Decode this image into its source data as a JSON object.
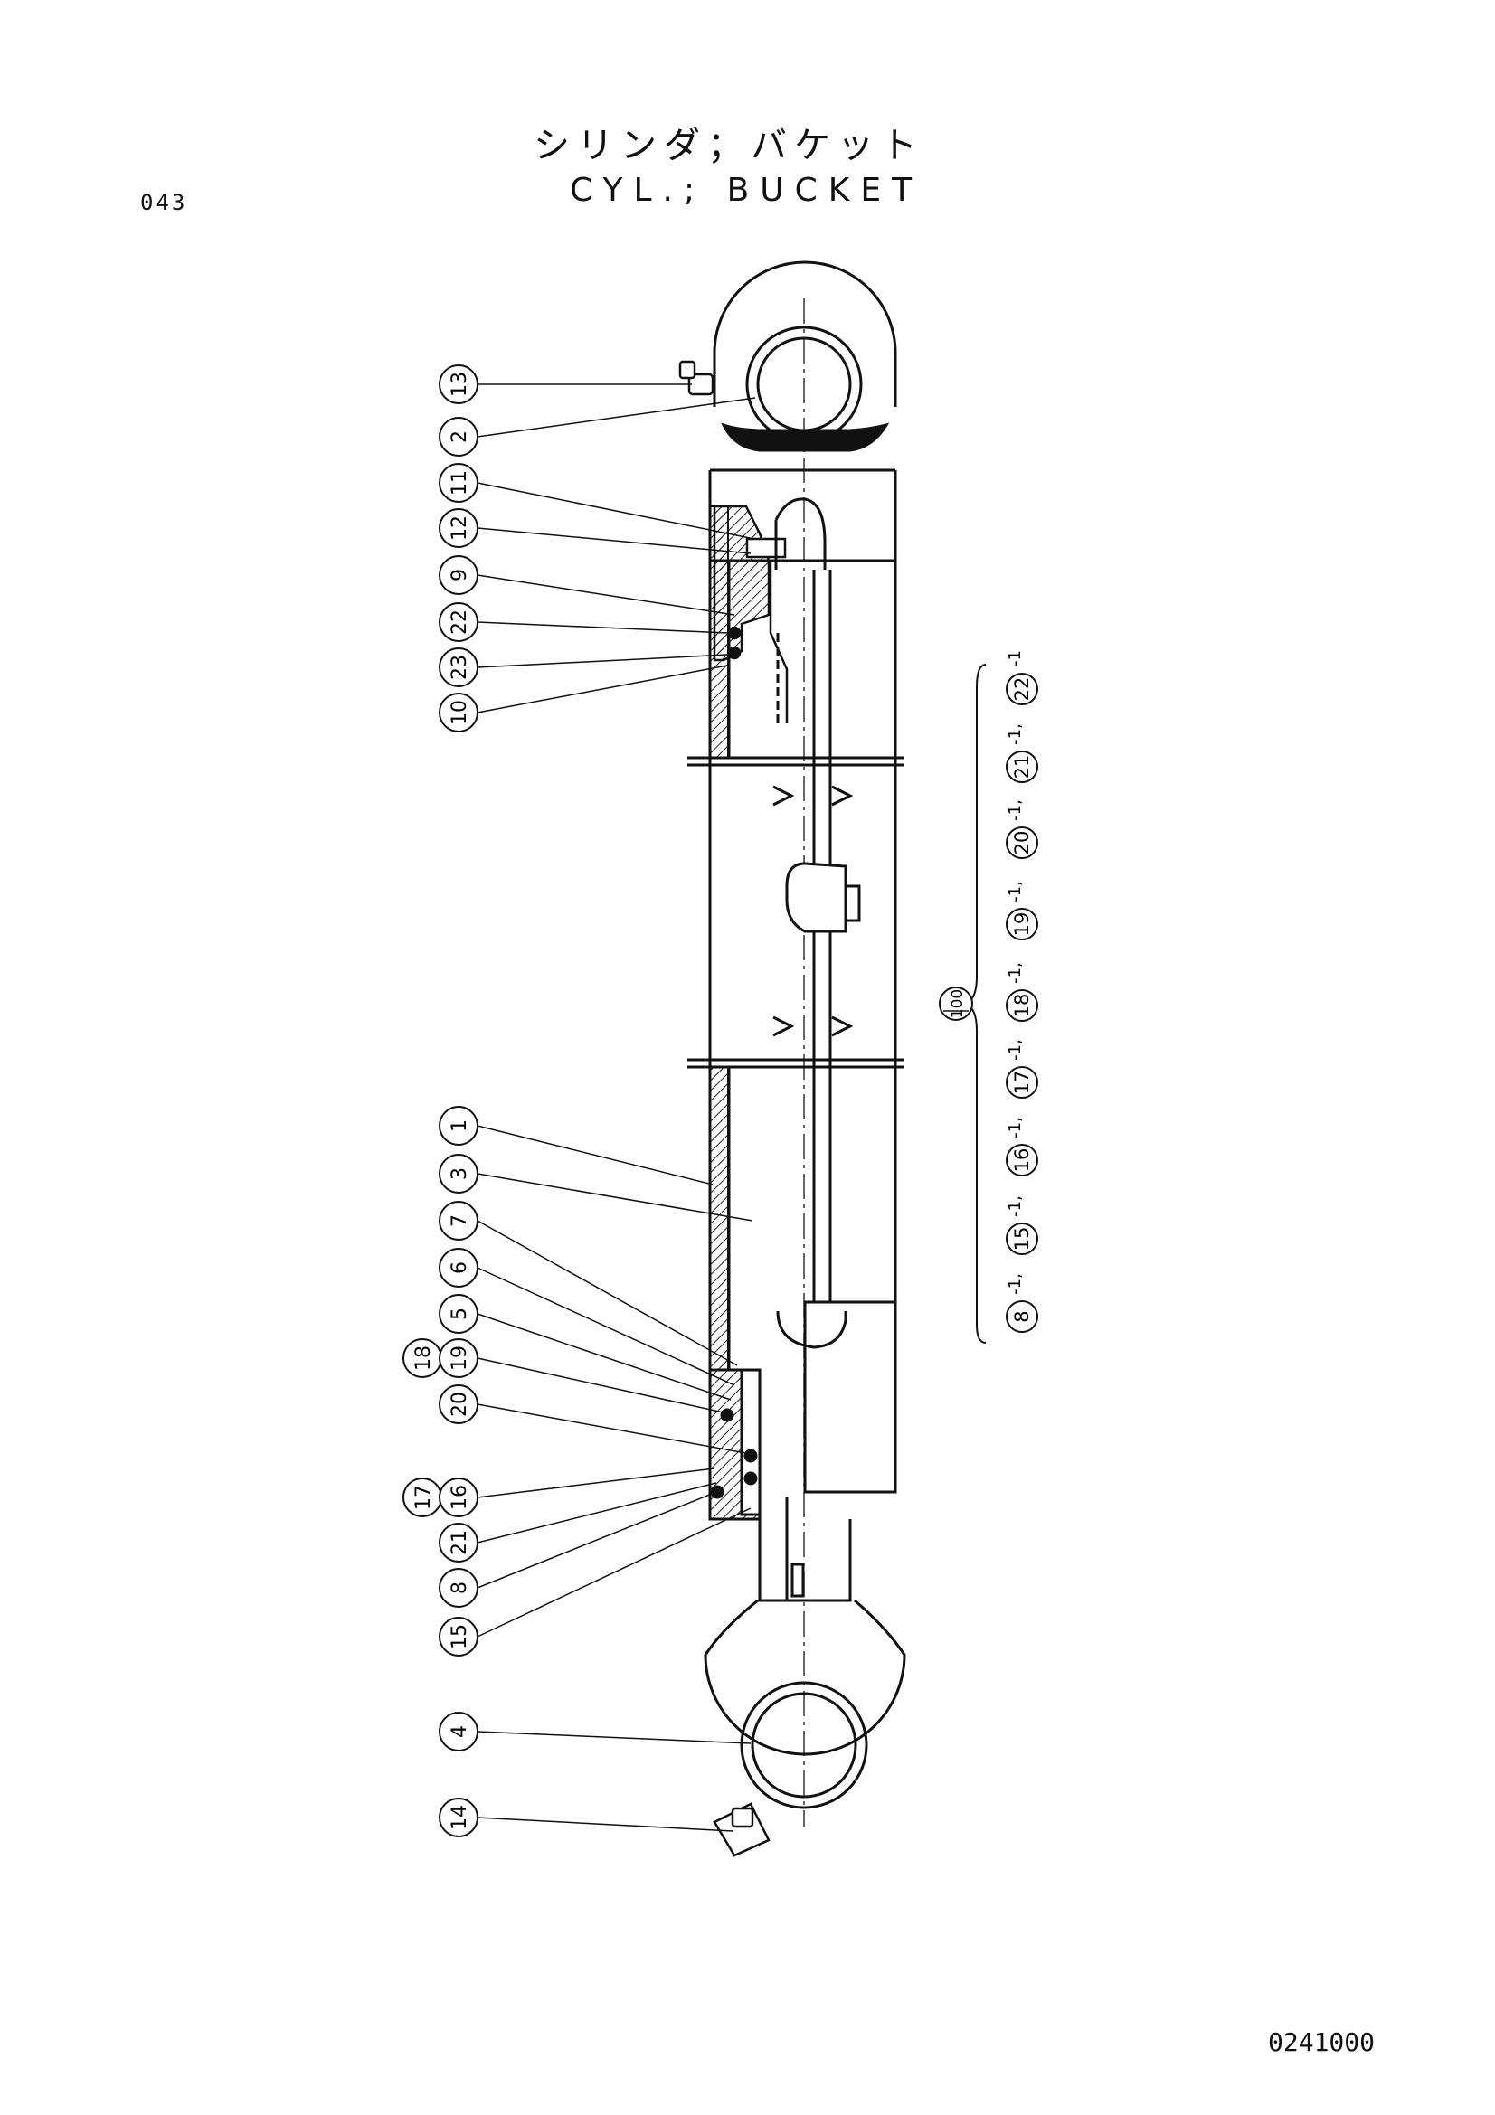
{
  "header": {
    "title_jp": "シリンダ；バケット",
    "title_en": "CYL.; BUCKET",
    "page_number": "043"
  },
  "footer": {
    "drawing_number": "0241000"
  },
  "callouts": [
    {
      "label": "13"
    },
    {
      "label": "2"
    },
    {
      "label": "11"
    },
    {
      "label": "12"
    },
    {
      "label": "9"
    },
    {
      "label": "22"
    },
    {
      "label": "23"
    },
    {
      "label": "10"
    },
    {
      "label": "1"
    },
    {
      "label": "3"
    },
    {
      "label": "7"
    },
    {
      "label": "6"
    },
    {
      "label": "5"
    },
    {
      "label": "18"
    },
    {
      "label": "19"
    },
    {
      "label": "20"
    },
    {
      "label": "17"
    },
    {
      "label": "16"
    },
    {
      "label": "21"
    },
    {
      "label": "8"
    },
    {
      "label": "15"
    },
    {
      "label": "4"
    },
    {
      "label": "14"
    }
  ],
  "seal_kit": {
    "label": "100",
    "items": [
      {
        "part": "8",
        "suffix": "-1,"
      },
      {
        "part": "15",
        "suffix": "-1,"
      },
      {
        "part": "16",
        "suffix": "-1,"
      },
      {
        "part": "17",
        "suffix": "-1,"
      },
      {
        "part": "18",
        "suffix": "-1,"
      },
      {
        "part": "19",
        "suffix": "-1,"
      },
      {
        "part": "20",
        "suffix": "-1,"
      },
      {
        "part": "21",
        "suffix": "-1,"
      },
      {
        "part": "22",
        "suffix": "-1"
      }
    ]
  }
}
